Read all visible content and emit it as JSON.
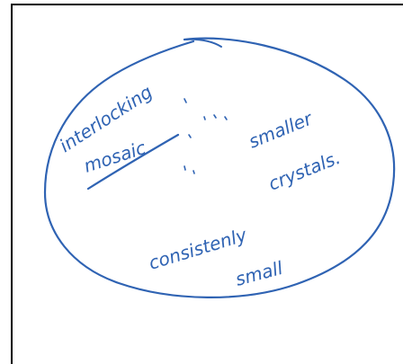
{
  "ink_color": "#2f63b3",
  "frame_color": "#000000",
  "notes": {
    "line1": "interlocking",
    "line2": "mosaic",
    "line3": "smaller",
    "line4": "crystals.",
    "line5": "consistenly",
    "line6": "small"
  }
}
